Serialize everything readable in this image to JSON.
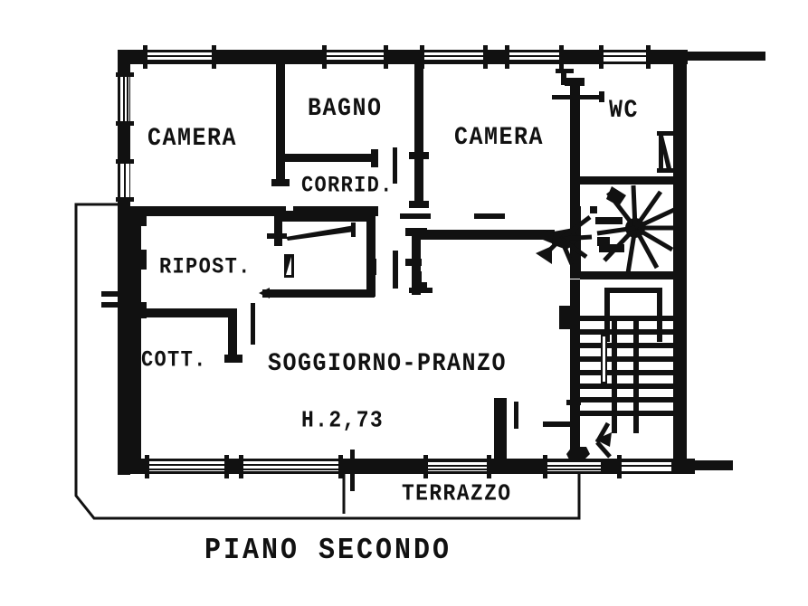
{
  "document": {
    "kind": "architectural-floor-plan",
    "title": "PIANO SECONDO",
    "language": "it",
    "line_color": "#111111",
    "background_color": "#ffffff"
  },
  "rooms": [
    {
      "id": "camera-1",
      "label": "CAMERA"
    },
    {
      "id": "bagno",
      "label": "BAGNO"
    },
    {
      "id": "corridoio",
      "label": "CORRID."
    },
    {
      "id": "camera-2",
      "label": "CAMERA"
    },
    {
      "id": "wc",
      "label": "WC"
    },
    {
      "id": "ripostiglio",
      "label": "RIPOST."
    },
    {
      "id": "cottura",
      "label": "COTT."
    },
    {
      "id": "soggiorno",
      "label": "SOGGIORNO-PRANZO"
    },
    {
      "id": "terrazzo",
      "label": "TERRAZZO"
    }
  ],
  "annotations": {
    "ceiling_height": "H.2,73"
  },
  "features": [
    {
      "id": "spiral-staircase",
      "name": "scala a chiocciola"
    },
    {
      "id": "straight-staircase",
      "name": "scala a rampa"
    },
    {
      "id": "balcony-outline",
      "name": "sporto balcone"
    }
  ]
}
